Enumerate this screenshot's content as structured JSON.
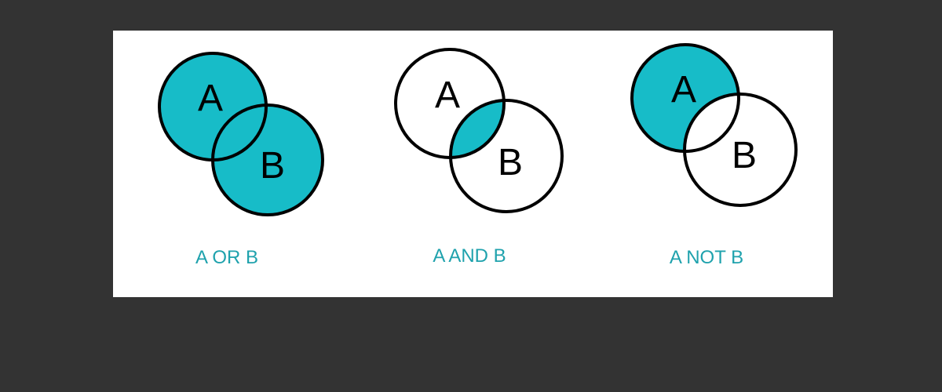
{
  "colors": {
    "background": "#333333",
    "panel": "#ffffff",
    "fill": "#17bcc8",
    "outline": "#000000",
    "caption": "#1fa2ad"
  },
  "diagrams": [
    {
      "set_a": "A",
      "set_b": "B",
      "caption": "A OR B",
      "shaded_region": "union"
    },
    {
      "set_a": "A",
      "set_b": "B",
      "caption": "A AND B",
      "shaded_region": "intersection"
    },
    {
      "set_a": "A",
      "set_b": "B",
      "caption": "A NOT B",
      "shaded_region": "difference"
    }
  ]
}
